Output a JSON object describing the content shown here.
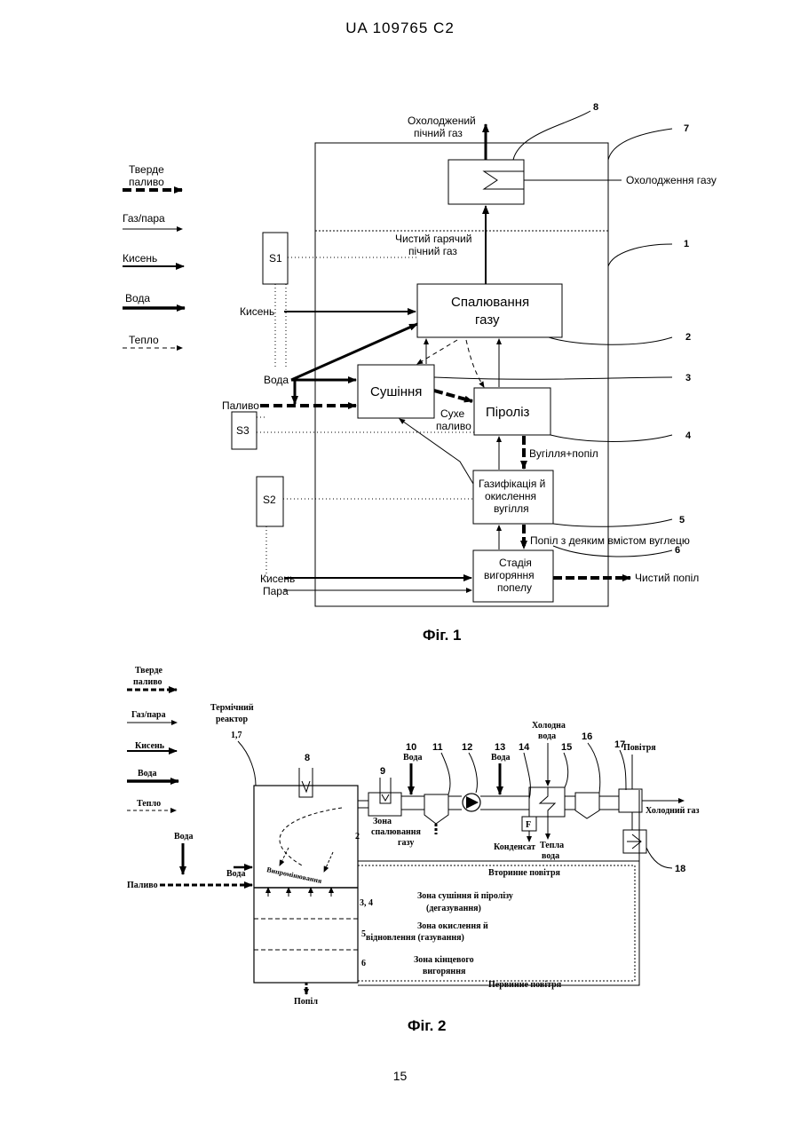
{
  "header": "UA   109765   C2",
  "page_number": "15",
  "fig1": {
    "caption": "Фіг. 1",
    "legend": [
      "Тверде",
      "паливо",
      "Газ/пара",
      "Кисень",
      "Вода",
      "Тепло"
    ],
    "blocks": {
      "combustion": [
        "Спалювання",
        "газу"
      ],
      "drying": "Сушіння",
      "pyrolysis": "Піроліз",
      "gasification": [
        "Газифікація й",
        "окислення",
        "вугілля"
      ],
      "burnout": [
        "Стадія",
        "вигоряння",
        "попелу"
      ]
    },
    "labels": {
      "cooled_gas": [
        "Охолоджений",
        "пічний газ"
      ],
      "gas_cooling": "Охолодження газу",
      "clean_hot_gas": [
        "Чистий гарячий",
        "пічний газ"
      ],
      "oxygen": "Кисень",
      "water": "Вода",
      "fuel": "Паливо",
      "dry_fuel": [
        "Сухе",
        "паливо"
      ],
      "coal_ash": "Вугілля+попіл",
      "ash_carbon": "Попіл з деяким вмістом вуглецю",
      "oxygen2": "Кисень",
      "steam": "Пара",
      "clean_ash": "Чистий попіл"
    },
    "sensors": [
      "S1",
      "S3",
      "S2"
    ],
    "numbers": [
      "8",
      "7",
      "1",
      "2",
      "3",
      "4",
      "5",
      "6"
    ]
  },
  "fig2": {
    "caption": "Фіг. 2",
    "legend": [
      "Тверде",
      "паливо",
      "Газ/пара",
      "Кисень",
      "Вода",
      "Тепло"
    ],
    "labels": {
      "reactor": [
        "Термічний",
        "реактор"
      ],
      "reactor_num": "1,7",
      "water_in": "Вода",
      "fuel": "Паливо",
      "water2": "Вода",
      "recirc": "Випромінювання",
      "combustion_zone": [
        "Зона",
        "спалювання",
        "газу"
      ],
      "secondary_air": "Вторинне повітря",
      "dry_pyro_zone": [
        "Зона сушіння й піролізу",
        "(дегазування)"
      ],
      "oxid_zone": [
        "Зона окислення й",
        "відновлення (газування)"
      ],
      "final_zone": [
        "Зона кінцевого",
        "вигоряння"
      ],
      "primary_air": "Первинне повітря",
      "ash": "Попіл",
      "water10": "Вода",
      "water13": "Вода",
      "condensate": "Конденсат",
      "warm_water": [
        "Тепла",
        "вода"
      ],
      "cold_water": [
        "Холодна",
        "вода"
      ],
      "air": "Повітря",
      "cold_gas": "Холодний газ",
      "filter": "F"
    },
    "numbers": [
      "8",
      "9",
      "10",
      "11",
      "12",
      "13",
      "14",
      "15",
      "16",
      "17",
      "18",
      "2",
      "3, 4",
      "5",
      "6"
    ]
  }
}
